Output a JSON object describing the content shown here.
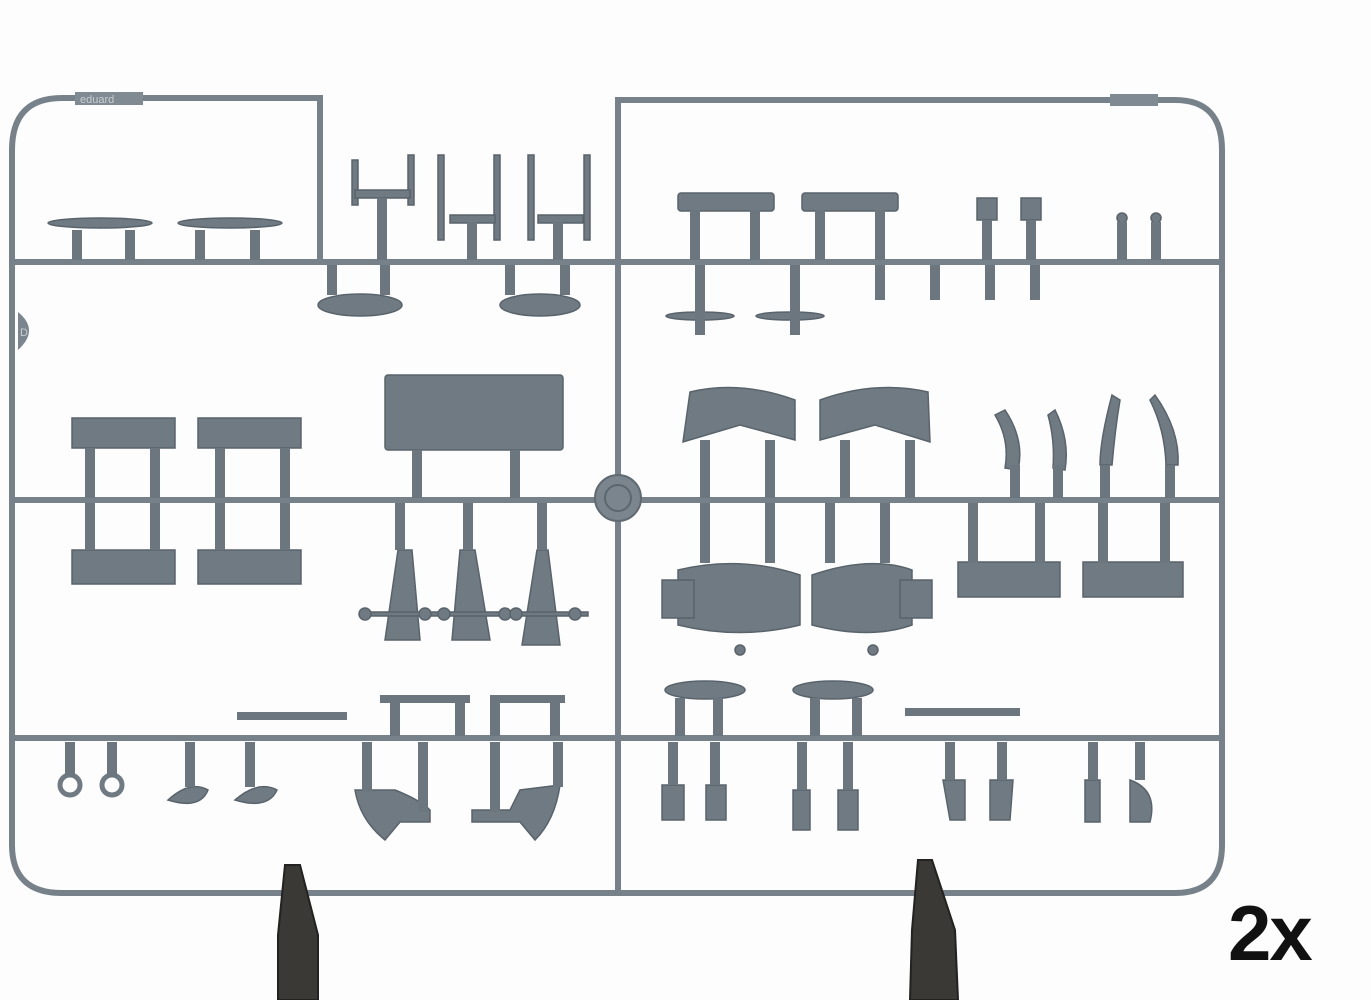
{
  "badge": {
    "quantity": "2x"
  },
  "sprue": {
    "logo_text": "eduard",
    "frame_letter": "D"
  },
  "colors": {
    "plastic": "#6f7a83",
    "runner": "#76818a",
    "clamp": "#3b3936",
    "background": "#fdfdfd"
  }
}
